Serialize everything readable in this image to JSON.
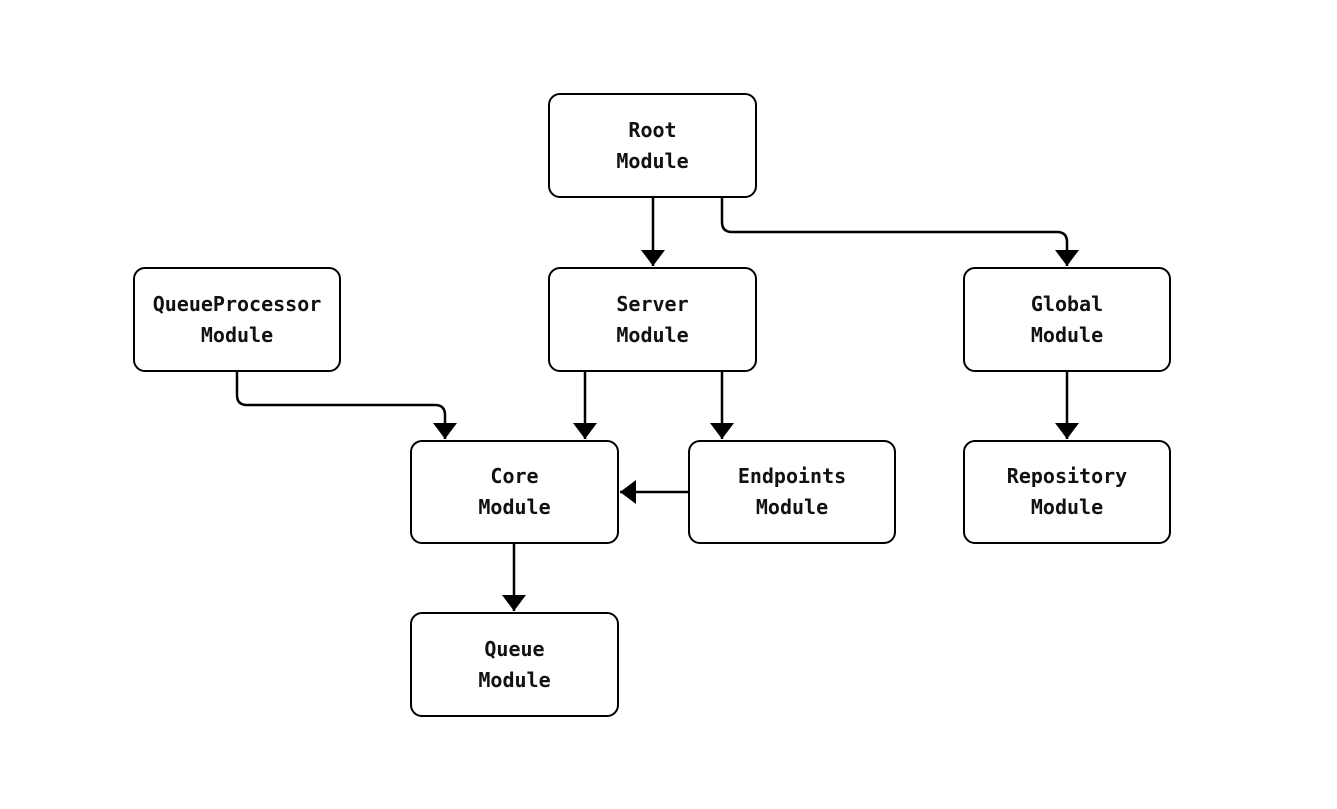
{
  "diagram": {
    "type": "module-dependency-graph",
    "colors": {
      "background": "#ffffff",
      "node_fill": "#ffffff",
      "node_stroke": "#000000",
      "edge_stroke": "#000000",
      "text": "#111111"
    },
    "nodes": {
      "root": {
        "label": "Root\nModule"
      },
      "queueproc": {
        "label": "QueueProcessor\nModule"
      },
      "server": {
        "label": "Server\nModule"
      },
      "global": {
        "label": "Global\nModule"
      },
      "core": {
        "label": "Core\nModule"
      },
      "endpoints": {
        "label": "Endpoints\nModule"
      },
      "repository": {
        "label": "Repository\nModule"
      },
      "queue": {
        "label": "Queue\nModule"
      }
    },
    "edges": [
      {
        "from": "Root Module",
        "to": "Server Module"
      },
      {
        "from": "Root Module",
        "to": "Global Module"
      },
      {
        "from": "QueueProcessor Module",
        "to": "Core Module"
      },
      {
        "from": "Server Module",
        "to": "Core Module"
      },
      {
        "from": "Server Module",
        "to": "Endpoints Module"
      },
      {
        "from": "Endpoints Module",
        "to": "Core Module"
      },
      {
        "from": "Global Module",
        "to": "Repository Module"
      },
      {
        "from": "Core Module",
        "to": "Queue Module"
      }
    ]
  }
}
